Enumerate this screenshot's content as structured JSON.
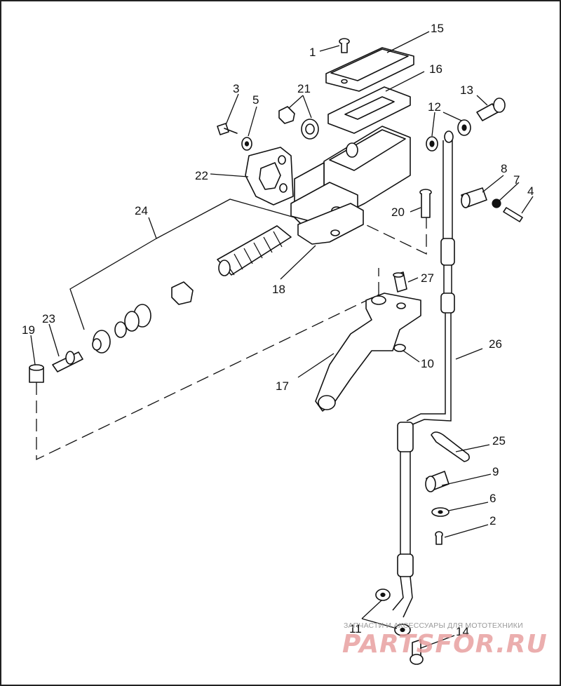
{
  "diagram": {
    "callouts": [
      "1",
      "2",
      "3",
      "4",
      "5",
      "6",
      "7",
      "8",
      "9",
      "10",
      "11",
      "12",
      "13",
      "14",
      "15",
      "16",
      "17",
      "18",
      "19",
      "20",
      "21",
      "22",
      "23",
      "24",
      "25",
      "26",
      "27"
    ]
  },
  "watermark": {
    "top_text": "ЗАПЧАСТИ И АКСЕССУАРЫ ДЛЯ МОТОТЕХНИКИ",
    "logo_text": "PARTSFOR.RU"
  },
  "colors": {
    "line": "#111111",
    "watermark_red": "#e8a0a0",
    "watermark_gray": "#9a9a9a"
  }
}
